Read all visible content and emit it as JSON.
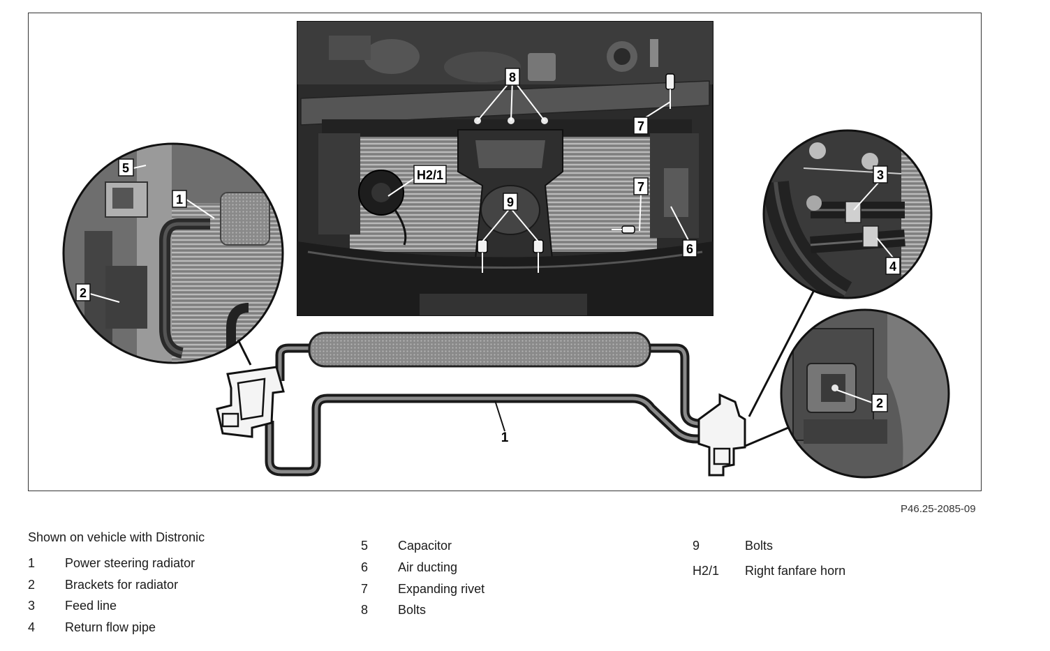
{
  "figure_code": "P46.25-2085-09",
  "caption": "Shown on vehicle with Distronic",
  "callouts": {
    "c1": "1",
    "c2": "2",
    "c3": "3",
    "c4": "4",
    "c5": "5",
    "c6": "6",
    "c7": "7",
    "c8": "8",
    "c9": "9",
    "h21": "H2/1"
  },
  "legend": [
    {
      "num": "1",
      "label": "Power steering radiator"
    },
    {
      "num": "2",
      "label": "Brackets for radiator"
    },
    {
      "num": "3",
      "label": "Feed line"
    },
    {
      "num": "4",
      "label": "Return flow pipe"
    },
    {
      "num": "5",
      "label": "Capacitor"
    },
    {
      "num": "6",
      "label": "Air ducting"
    },
    {
      "num": "7",
      "label": "Expanding rivet"
    },
    {
      "num": "8",
      "label": "Bolts"
    },
    {
      "num": "9",
      "label": "Bolts"
    },
    {
      "num": "H2/1",
      "label": "Right fanfare horn"
    }
  ]
}
